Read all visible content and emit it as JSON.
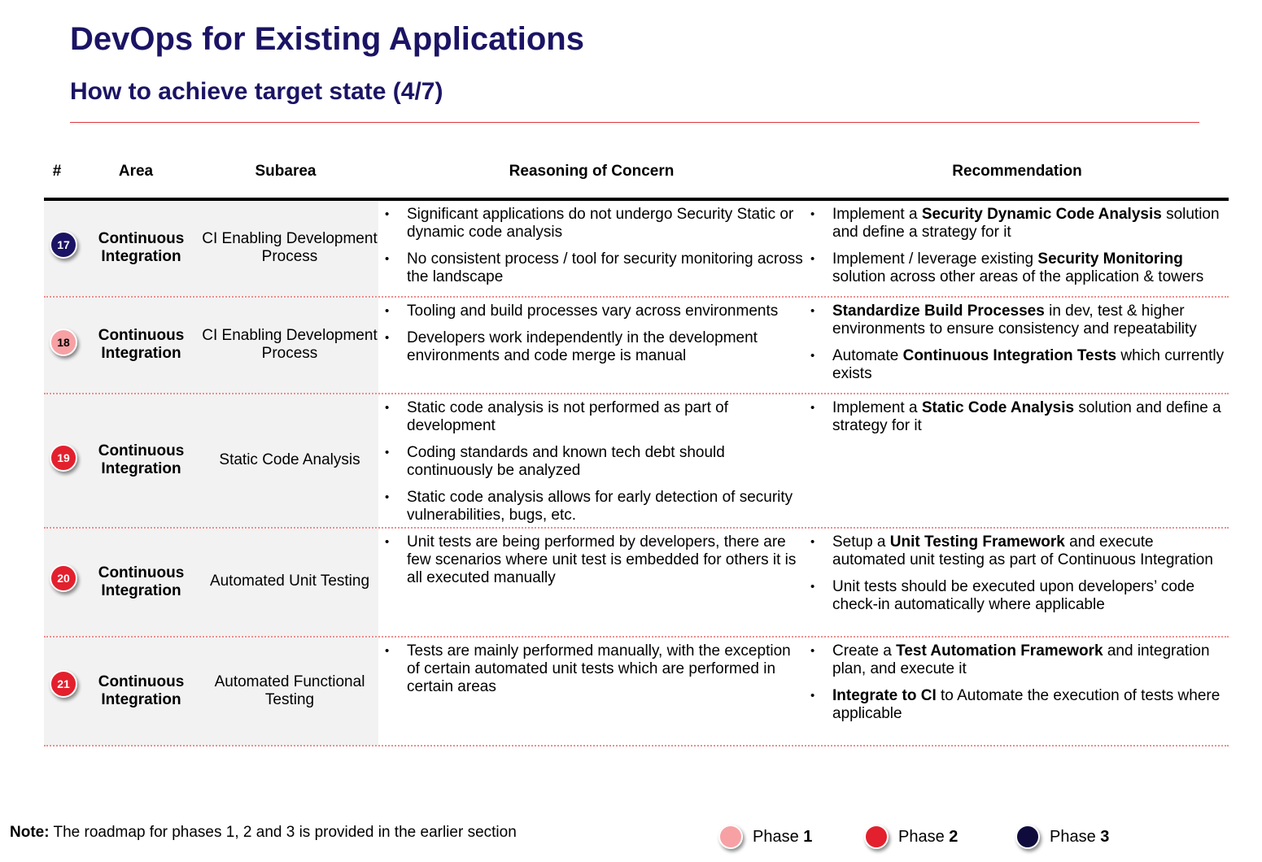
{
  "title": "DevOps for Existing Applications",
  "subtitle": "How to achieve target state (4/7)",
  "headers": {
    "num": "#",
    "area": "Area",
    "subarea": "Subarea",
    "reasoning": "Reasoning of Concern",
    "recommendation": "Recommendation"
  },
  "colors": {
    "phase1": "#f7a1a5",
    "phase2": "#e3202d",
    "phase3": "#1b1464",
    "title": "#1b1464",
    "rule": "#e0393e"
  },
  "rows": [
    {
      "num": "17",
      "area": "Continuous Integration",
      "subarea": "CI Enabling Development Process",
      "reasoning": [
        "Significant applications do not undergo Security Static or dynamic code analysis",
        "No consistent process / tool for security monitoring across the landscape"
      ],
      "recommendation": [
        {
          "pre": "Implement a ",
          "bold": "Security Dynamic Code Analysis",
          "post": " solution and define a strategy for it"
        },
        {
          "pre": "Implement / leverage existing ",
          "bold": "Security Monitoring",
          "post": " solution across other areas of the application & towers"
        }
      ]
    },
    {
      "num": "18",
      "area": "Continuous Integration",
      "subarea": "CI Enabling Development Process",
      "reasoning": [
        "Tooling and build processes vary across environments",
        "Developers work independently in the development environments and code merge is manual"
      ],
      "recommendation": [
        {
          "pre": "",
          "bold": "Standardize Build Processes",
          "post": " in dev, test & higher environments to ensure consistency and repeatability"
        },
        {
          "pre": "Automate ",
          "bold": "Continuous Integration Tests",
          "post": " which currently exists"
        }
      ]
    },
    {
      "num": "19",
      "area": "Continuous Integration",
      "subarea": "Static Code Analysis",
      "reasoning": [
        "Static code analysis is not performed as part of development",
        "Coding standards and known tech debt should continuously be analyzed",
        "Static code analysis allows for early detection of security vulnerabilities, bugs, etc."
      ],
      "recommendation": [
        {
          "pre": "Implement a ",
          "bold": "Static Code Analysis",
          "post": " solution and define a strategy for it"
        }
      ]
    },
    {
      "num": "20",
      "area": "Continuous Integration",
      "subarea": "Automated Unit Testing",
      "reasoning": [
        "Unit tests are being performed by developers, there are few scenarios where unit test is embedded for others it is all executed manually"
      ],
      "recommendation": [
        {
          "pre": "Setup a ",
          "bold": "Unit Testing Framework",
          "post": " and execute automated unit testing as part of Continuous Integration"
        },
        {
          "pre": "Unit tests should be executed upon developers’ code check-in automatically where applicable",
          "bold": "",
          "post": ""
        }
      ]
    },
    {
      "num": "21",
      "area": "Continuous Integration",
      "subarea": "Automated Functional Testing",
      "reasoning": [
        "Tests are mainly performed manually, with the exception of certain automated unit tests which are performed in certain areas"
      ],
      "recommendation": [
        {
          "pre": "Create a ",
          "bold": "Test Automation Framework",
          "post": " and integration plan, and execute it"
        },
        {
          "pre": "",
          "bold": "Integrate to CI",
          "post": " to Automate the execution of tests where applicable"
        }
      ]
    }
  ],
  "note": {
    "label": "Note:",
    "text": " The roadmap for phases 1, 2 and 3 is provided in the earlier section"
  },
  "legend": [
    {
      "label": "Phase ",
      "num": "1"
    },
    {
      "label": "Phase ",
      "num": "2"
    },
    {
      "label": "Phase ",
      "num": "3"
    }
  ]
}
